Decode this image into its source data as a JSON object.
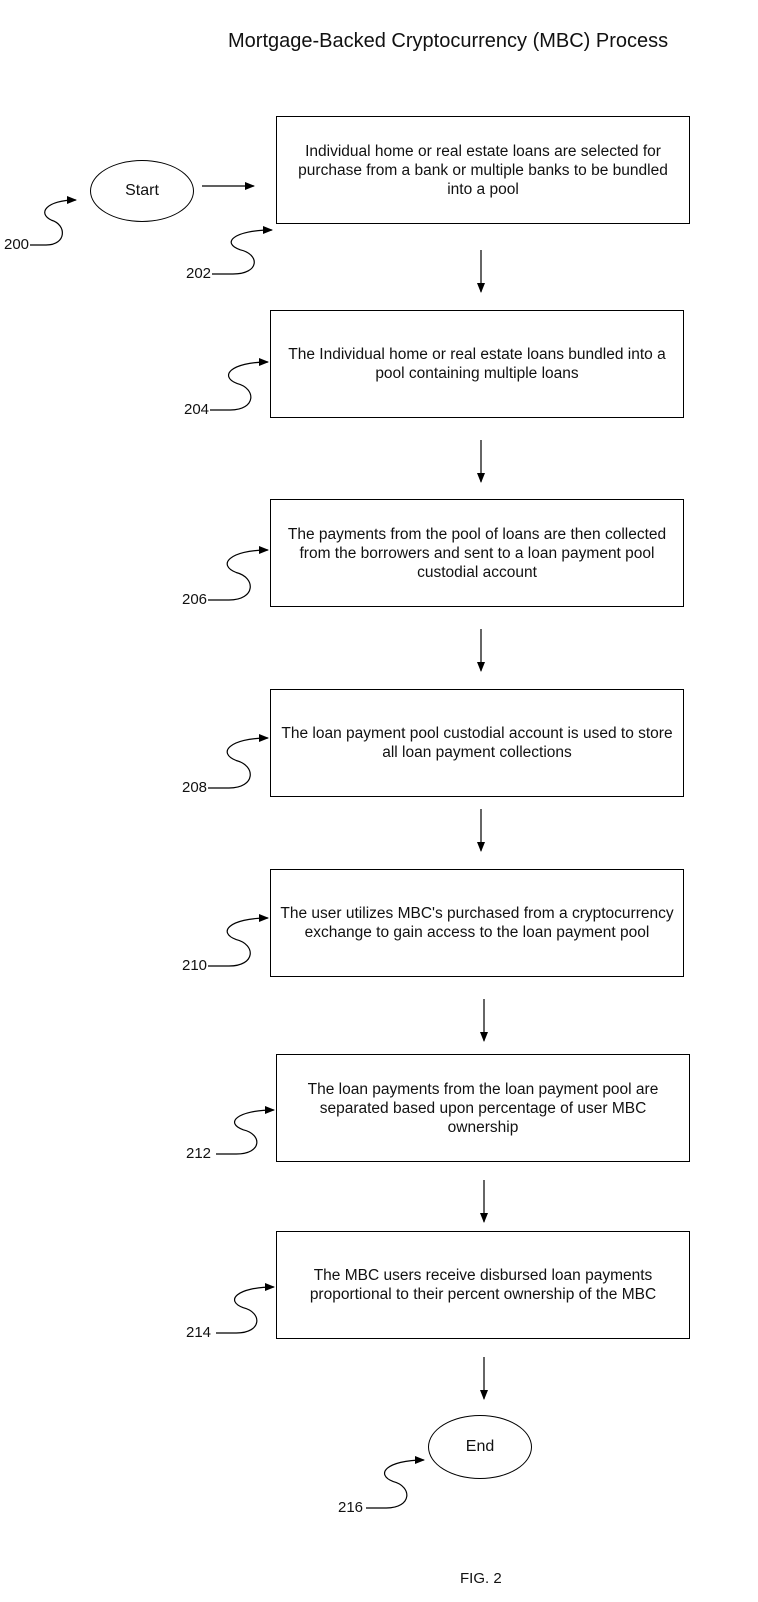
{
  "title": "Mortgage-Backed Cryptocurrency (MBC) Process",
  "start_label": "Start",
  "end_label": "End",
  "steps": [
    {
      "ref": "202",
      "text": "Individual home or real estate loans are selected for purchase from a bank or multiple banks to be bundled into a pool"
    },
    {
      "ref": "204",
      "text": "The Individual home or real estate loans bundled into a pool containing multiple loans"
    },
    {
      "ref": "206",
      "text": "The payments from the pool of loans are then collected from the borrowers and sent to a loan payment pool custodial account"
    },
    {
      "ref": "208",
      "text": "The loan payment pool custodial account is used to store all loan payment collections"
    },
    {
      "ref": "210",
      "text": "The user utilizes MBC's purchased from a cryptocurrency exchange to gain access to the loan payment pool"
    },
    {
      "ref": "212",
      "text": "The loan payments from the loan payment pool are separated based upon percentage of user MBC ownership"
    },
    {
      "ref": "214",
      "text": "The MBC users receive disbursed loan payments proportional to their percent ownership of the MBC"
    }
  ],
  "refs": {
    "start": "200",
    "end": "216"
  },
  "figure_label": "FIG. 2"
}
